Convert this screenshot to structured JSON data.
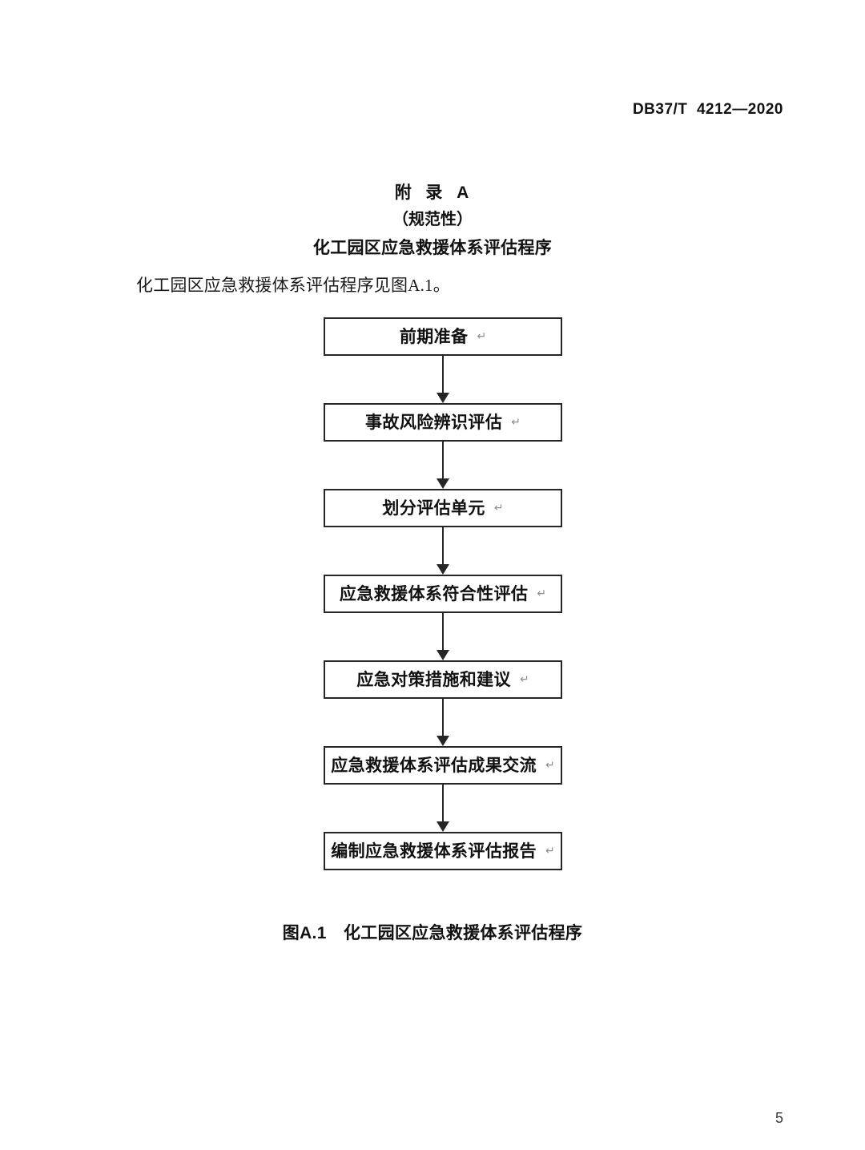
{
  "header": {
    "standard_number": "DB37/T  4212—2020"
  },
  "annex": {
    "label": "附  录  A",
    "kind": "（规范性）",
    "title": "化工园区应急救援体系评估程序"
  },
  "body": {
    "intro_paragraph": "化工园区应急救援体系评估程序见图A.1。"
  },
  "flowchart": {
    "type": "flowchart-vertical",
    "connector_arrow": "down-arrow",
    "paragraph_mark": "↵",
    "border_color": "#262626",
    "fill_color": "#ffffff",
    "nodes": [
      {
        "label": "前期准备",
        "mark": "↵"
      },
      {
        "label": "事故风险辨识评估",
        "mark": "↵"
      },
      {
        "label": "划分评估单元",
        "mark": "↵"
      },
      {
        "label": "应急救援体系符合性评估",
        "mark": "↵"
      },
      {
        "label": "应急对策措施和建议",
        "mark": "↵"
      },
      {
        "label": "应急救援体系评估成果交流",
        "mark": "↵"
      },
      {
        "label": "编制应急救援体系评估报告",
        "mark": "↵"
      }
    ]
  },
  "figure": {
    "caption": "图A.1　化工园区应急救援体系评估程序"
  },
  "footer": {
    "page_number": "5"
  }
}
